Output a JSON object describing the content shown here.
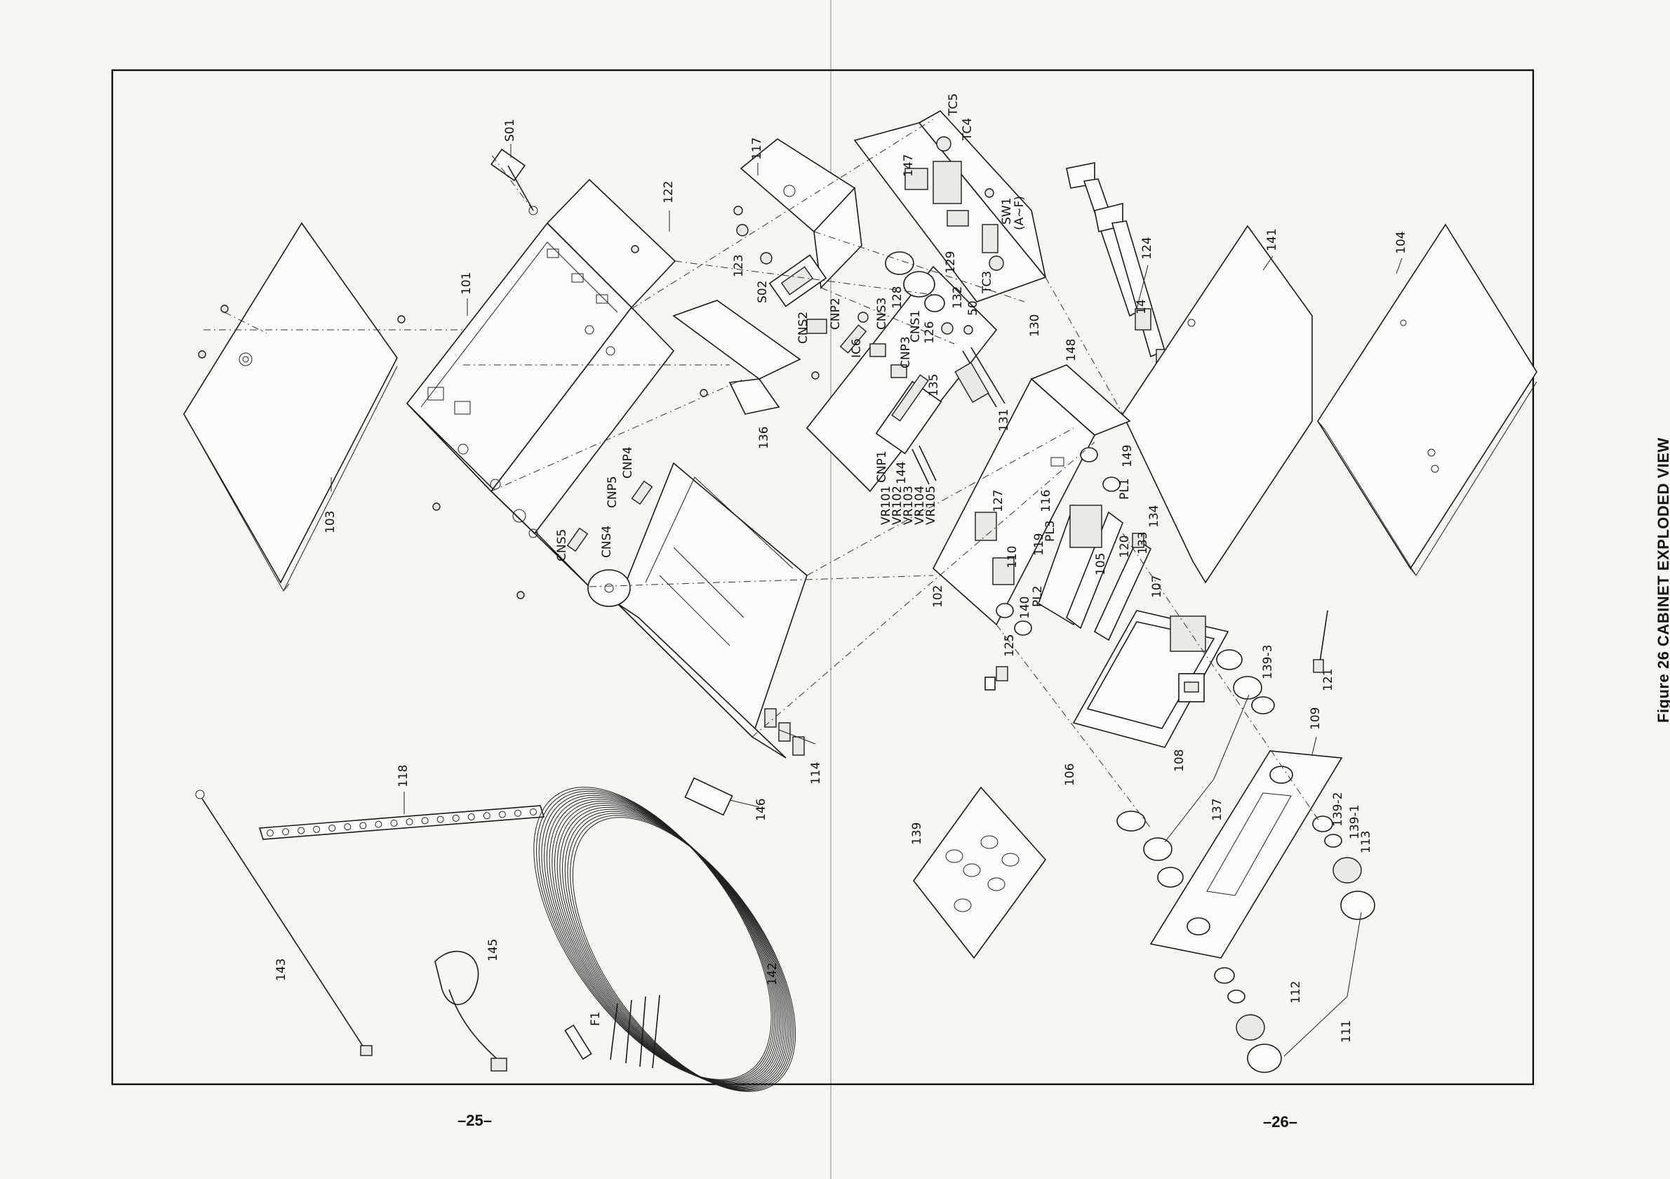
{
  "figure": {
    "title": "Figure 26 CABINET EXPLODED VIEW"
  },
  "pages": {
    "left": "–25–",
    "right": "–26–"
  },
  "parts": [
    "S01",
    "117",
    "TC5",
    "TC4",
    "122",
    "101",
    "147",
    "SW1",
    "(A~F)",
    "123",
    "S02",
    "128",
    "129",
    "CNS3",
    "132",
    "50",
    "TC3",
    "124",
    "141",
    "104",
    "CNS2",
    "CNP2",
    "IC6",
    "CNS1",
    "126",
    "130",
    "148",
    "14",
    "CNP3",
    "135",
    "136",
    "131",
    "103",
    "144",
    "CNP1",
    "VR101",
    "VR102",
    "VR103",
    "VR104",
    "VR105",
    "CNP5",
    "CNP4",
    "CNS5",
    "CNS4",
    "127",
    "116",
    "PL1",
    "149",
    "134",
    "133",
    "PL3",
    "119",
    "110",
    "120",
    "105",
    "107",
    "102",
    "140",
    "PL2",
    "125",
    "106",
    "108",
    "139-3",
    "109",
    "121",
    "137",
    "139-2",
    "139-1",
    "113",
    "114",
    "118",
    "146",
    "139",
    "143",
    "145",
    "142",
    "F1",
    "112",
    "111"
  ]
}
